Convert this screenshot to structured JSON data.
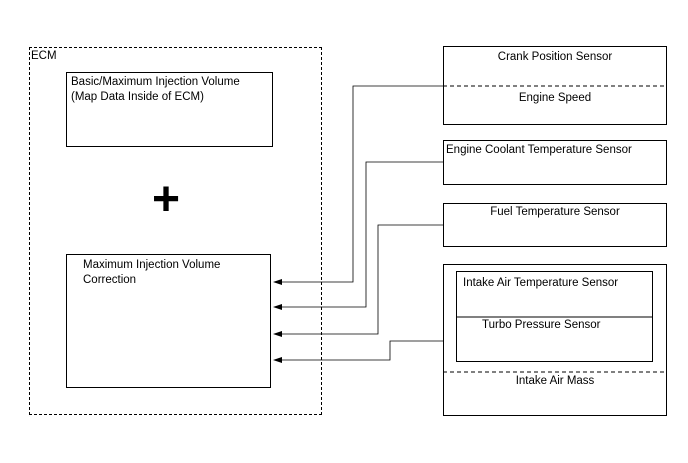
{
  "ecm": {
    "label": "ECM",
    "basic_block": {
      "line1": "Basic/Maximum Injection Volume",
      "line2": "(Map Data Inside of ECM)"
    },
    "plus_symbol": "+",
    "correction_block": {
      "line1": "Maximum Injection Volume",
      "line2": "Correction"
    }
  },
  "sensors": {
    "crank": {
      "label": "Crank Position Sensor",
      "sub_label": "Engine Speed"
    },
    "coolant": {
      "label": "Engine Coolant Temperature Sensor"
    },
    "fuel": {
      "label": "Fuel Temperature Sensor"
    },
    "intake": {
      "inner_top": "Intake Air Temperature Sensor",
      "inner_bottom": "Turbo Pressure Sensor",
      "sub_label": "Intake Air Mass"
    }
  }
}
